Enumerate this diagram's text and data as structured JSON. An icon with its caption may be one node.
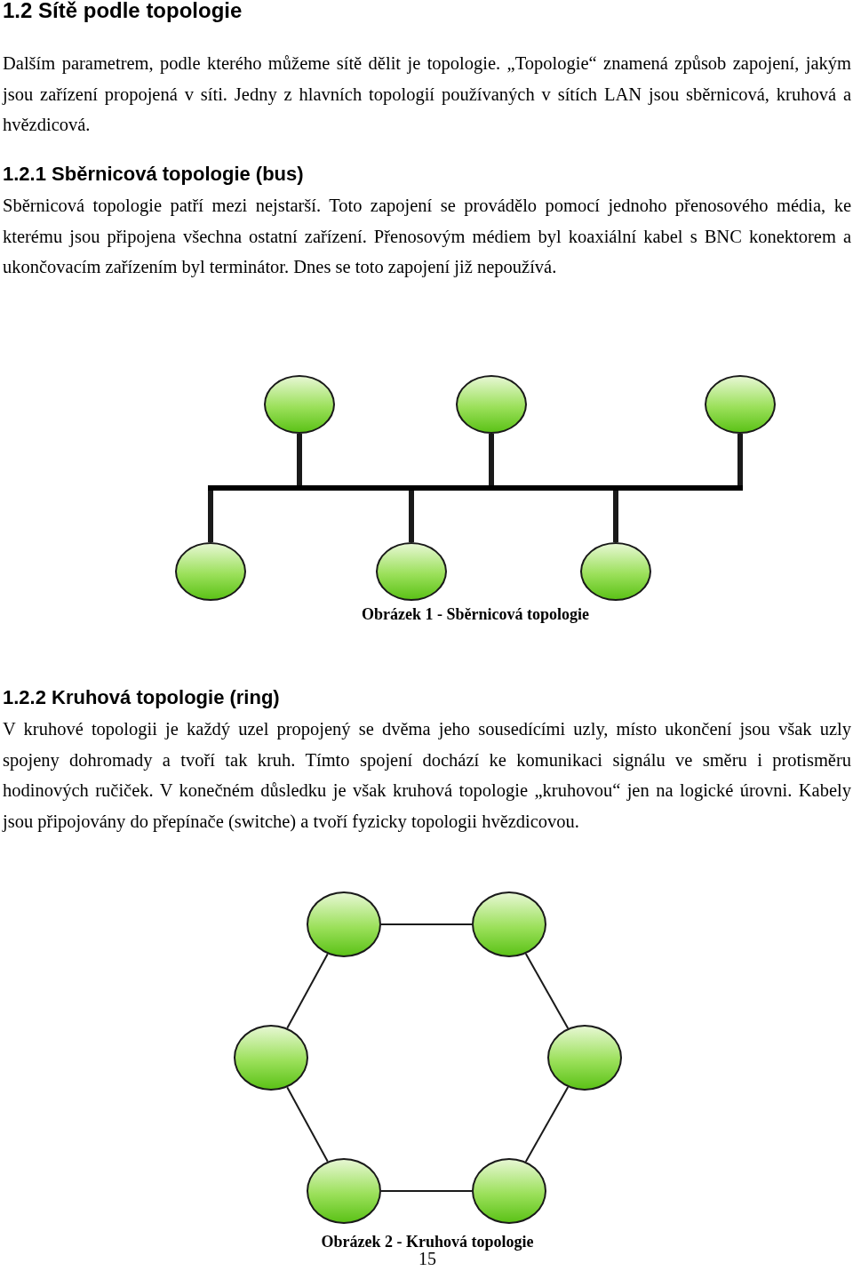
{
  "diagram": {
    "title": "1.2 Sítě podle topologie",
    "nodes": [
      {
        "text": [],
        "shape": "bar"
      },
      {
        "text": [],
        "shape": "circle"
      },
      {
        "text": [],
        "shape": "circle"
      },
      {
        "text": [],
        "shape": "circle"
      },
      {
        "text": [],
        "shape": "circle"
      },
      {
        "text": [],
        "shape": "circle"
      },
      {
        "text": [],
        "shape": "circle"
      },
      {
        "text": [],
        "shape": "circle"
      },
      {
        "text": [],
        "shape": "circle"
      },
      {
        "text": [],
        "shape": "circle"
      },
      {
        "text": [],
        "shape": "circle"
      },
      {
        "text": [],
        "shape": "circle"
      },
      {
        "text": [],
        "shape": "circle"
      }
    ],
    "edges": [
      {
        "from": 1,
        "to": 0,
        "arrow": "none",
        "style": "thick"
      },
      {
        "from": 2,
        "to": 0,
        "arrow": "none",
        "style": "thick"
      },
      {
        "from": 3,
        "to": 0,
        "arrow": "none",
        "style": "thick"
      },
      {
        "from": 0,
        "to": 4,
        "arrow": "none",
        "style": "thick"
      },
      {
        "from": 0,
        "to": 5,
        "arrow": "none",
        "style": "thick"
      },
      {
        "from": 0,
        "to": 6,
        "arrow": "none",
        "style": "thick"
      },
      {
        "from": 7,
        "to": 8,
        "arrow": "none"
      },
      {
        "from": 8,
        "to": 10,
        "arrow": "none"
      },
      {
        "from": 10,
        "to": 12,
        "arrow": "none"
      },
      {
        "from": 12,
        "to": 11,
        "arrow": "none"
      },
      {
        "from": 11,
        "to": 9,
        "arrow": "none"
      },
      {
        "from": 9,
        "to": 7,
        "arrow": "none"
      }
    ],
    "labels": [
      "Dalším parametrem, podle kterého můžeme sítě dělit je topologie. „Topologie“ znamená způsob zapojení, jakým jsou zařízení propojená v síti. Jedny z hlavních topologií používaných v sítích LAN jsou sběrnicová, kruhová a hvězdicová.",
      "1.2.1 Sběrnicová topologie (bus)",
      "Sběrnicová topologie patří mezi nejstarší. Toto zapojení se provádělo pomocí jednoho přenosového média, ke kterému jsou připojena všechna ostatní zařízení. Přenosovým médiem byl koaxiální kabel s BNC konektorem a ukončovacím zařízením byl terminátor. Dnes se toto zapojení již nepoužívá.",
      "Obrázek 1 - Sběrnicová topologie",
      "1.2.2 Kruhová topologie (ring)",
      "V kruhové topologii je každý uzel propojený se dvěma jeho sousedícími uzly, místo ukončení jsou však uzly spojeny dohromady a tvoří tak kruh. Tímto spojení dochází ke komunikaci signálu ve směru i protisměru hodinových ručiček. V konečném důsledku je však kruhová topologie „kruhovou“ jen na logické úrovni. Kabely jsou připojovány do přepínače (switche) a tvoří fyzicky topologii hvězdicovou.",
      "Obrázek 2 - Kruhová topologie",
      "15"
    ]
  }
}
